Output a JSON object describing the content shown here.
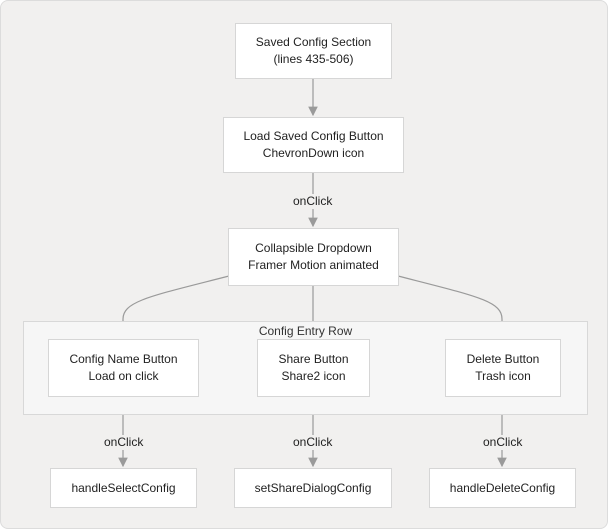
{
  "nodes": {
    "saved_section": {
      "line1": "Saved Config Section",
      "line2": "(lines 435-506)"
    },
    "load_button": {
      "line1": "Load Saved Config Button",
      "line2": "ChevronDown icon"
    },
    "dropdown": {
      "line1": "Collapsible Dropdown",
      "line2": "Framer Motion animated"
    },
    "config_name_button": {
      "line1": "Config Name Button",
      "line2": "Load on click"
    },
    "share_button": {
      "line1": "Share Button",
      "line2": "Share2 icon"
    },
    "delete_button": {
      "line1": "Delete Button",
      "line2": "Trash icon"
    },
    "handle_select": {
      "label": "handleSelectConfig"
    },
    "set_share": {
      "label": "setShareDialogConfig"
    },
    "handle_delete": {
      "label": "handleDeleteConfig"
    }
  },
  "cluster": {
    "title": "Config Entry Row"
  },
  "edge_labels": {
    "load_to_dropdown": "onClick",
    "name_to_select": "onClick",
    "share_to_dialog": "onClick",
    "delete_to_handler": "onClick"
  },
  "colors": {
    "edge": "#9a9a9a",
    "node_border": "#d6d6d6",
    "background": "#f1f0ef"
  }
}
